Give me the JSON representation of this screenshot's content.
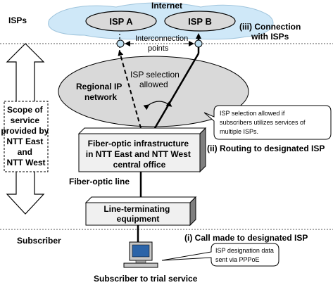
{
  "title": "Internet",
  "isps_label": "ISPs",
  "isp_a": "ISP A",
  "isp_b": "ISP B",
  "interconnection_points": [
    "Interconnection",
    "points"
  ],
  "connection_with_isps": [
    "(iii) Connection",
    "with ISPs"
  ],
  "isp_selection_allowed": [
    "ISP selection",
    "allowed"
  ],
  "regional_ip_network": [
    "Regional IP",
    "network"
  ],
  "isp_selection_note": [
    "ISP selection allowed if",
    "subscribers utilizes services of",
    "multiple ISPs."
  ],
  "scope_of_service": [
    "Scope of",
    "service",
    "provided by",
    "NTT East",
    "and",
    "NTT West"
  ],
  "fiber_infrastructure": [
    "Fiber-optic infrastructure",
    "in NTT East and NTT West",
    "central office"
  ],
  "routing_to_designated_isp": "(ii) Routing to designated ISP",
  "fiber_optic_line": "Fiber-optic line",
  "line_terminating_equipment": [
    "Line-terminating",
    "equipment"
  ],
  "subscriber_label": "Subscriber",
  "call_made": "(i) Call made to designated ISP",
  "isp_designation_note": [
    "ISP designation data",
    "sent via PPPoE"
  ],
  "subscriber_caption": "Subscriber to trial service",
  "colors": {
    "cloud": "#cfe8f8",
    "ellipse": "#d9d9d9",
    "box": "#f0f0f0",
    "shadow": "#7f7f7f",
    "monitor": "#2c64a8",
    "point": "#bfe0f2"
  }
}
